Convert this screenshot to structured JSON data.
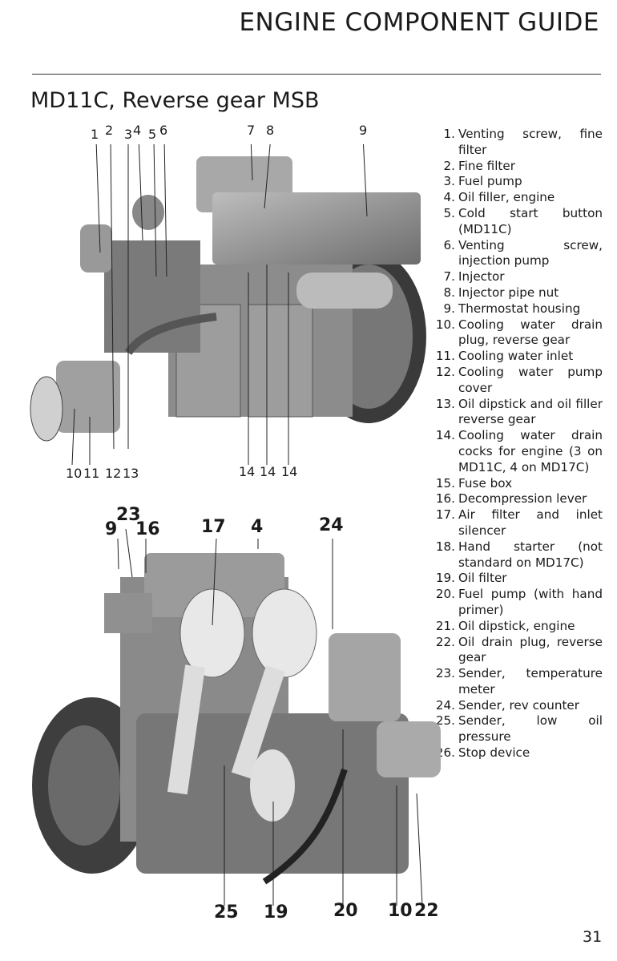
{
  "header": {
    "title": "ENGINE COMPONENT GUIDE"
  },
  "section": {
    "subtitle": "MD11C, Reverse gear MSB"
  },
  "legend": [
    {
      "num": "1.",
      "text": "Venting screw, fine filter"
    },
    {
      "num": "2.",
      "text": "Fine filter"
    },
    {
      "num": "3.",
      "text": "Fuel pump"
    },
    {
      "num": "4.",
      "text": "Oil filler, engine"
    },
    {
      "num": "5.",
      "text": "Cold start button (MD11C)"
    },
    {
      "num": "6.",
      "text": "Venting screw, injection pump"
    },
    {
      "num": "7.",
      "text": "Injector"
    },
    {
      "num": "8.",
      "text": "Injector pipe nut"
    },
    {
      "num": "9.",
      "text": "Thermostat housing"
    },
    {
      "num": "10.",
      "text": "Cooling water drain plug, reverse gear"
    },
    {
      "num": "11.",
      "text": "Cooling water inlet"
    },
    {
      "num": "12.",
      "text": "Cooling water pump cover"
    },
    {
      "num": "13.",
      "text": "Oil dipstick and oil filler reverse gear"
    },
    {
      "num": "14.",
      "text": "Cooling water drain cocks for engine (3 on MD11C, 4 on MD17C)"
    },
    {
      "num": "15.",
      "text": "Fuse box"
    },
    {
      "num": "16.",
      "text": "Decompression lever"
    },
    {
      "num": "17.",
      "text": "Air filter and inlet silencer"
    },
    {
      "num": "18.",
      "text": "Hand starter (not standard on MD17C)"
    },
    {
      "num": "19.",
      "text": "Oil filter"
    },
    {
      "num": "20.",
      "text": "Fuel pump (with hand primer)"
    },
    {
      "num": "21.",
      "text": "Oil dipstick, engine"
    },
    {
      "num": "22.",
      "text": "Oil drain plug, reverse gear"
    },
    {
      "num": "23.",
      "text": "Sender, temperature meter"
    },
    {
      "num": "24.",
      "text": "Sender, rev counter"
    },
    {
      "num": "25.",
      "text": "Sender, low oil pressure"
    },
    {
      "num": "26.",
      "text": "Stop device"
    }
  ],
  "photo1_callouts": [
    "1",
    "2",
    "3",
    "4",
    "5",
    "6",
    "7",
    "8",
    "9",
    "10",
    "11",
    "12",
    "13",
    "14",
    "14",
    "14"
  ],
  "photo2_callouts": [
    "23",
    "9",
    "16",
    "17",
    "4",
    "24",
    "25",
    "19",
    "20",
    "10",
    "22"
  ],
  "page_number": "31"
}
